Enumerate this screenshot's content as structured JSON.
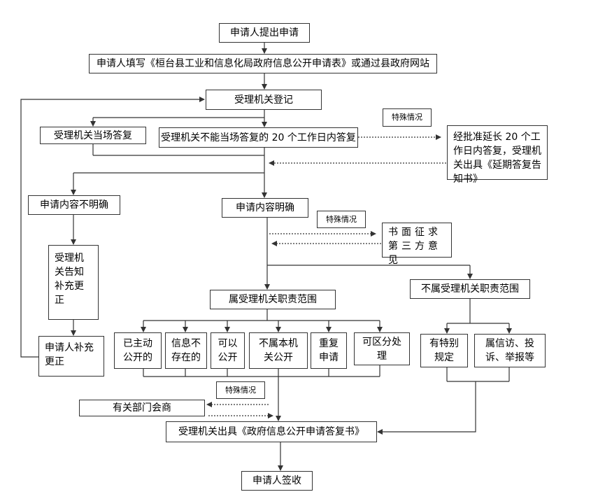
{
  "nodes": {
    "apply": "申请人提出申请",
    "fill_form": "申请人填写《桓台县工业和信息化局政府信息公开申请表》或通过县政府网站",
    "register": "受理机关登记",
    "reply_on_spot": "受理机关当场答复",
    "reply_20_days": "受理机关不能当场答复的 20 个工作日内答复",
    "special_1": "特殊情况",
    "extend_20_days": "经批准延长 20 个工作日内答复，受理机关出具《延期答复告知书》",
    "unclear": "申请内容不明确",
    "clear": "申请内容明确",
    "special_2": "特殊情况",
    "third_party": "书面征求第三方意见",
    "notify_supplement": "受理机关告知补充更正",
    "in_scope": "属受理机关职责范围",
    "out_scope": "不属受理机关职责范围",
    "supplement": "申请人补充更正",
    "already_public": "已主动公开的",
    "not_exist": "信息不存在的",
    "can_public": "可以公开",
    "not_this_org": "不属本机关公开",
    "duplicate": "重复申请",
    "separable": "可区分处理",
    "special_rules": "有特别规定",
    "petition": "属信访、投诉、举报等",
    "special_3": "特殊情况",
    "consult": "有关部门会商",
    "reply_letter": "受理机关出具《政府信息公开申请答复书》",
    "sign": "申请人签收"
  },
  "colors": {
    "line": "#333333",
    "border": "#333333"
  }
}
